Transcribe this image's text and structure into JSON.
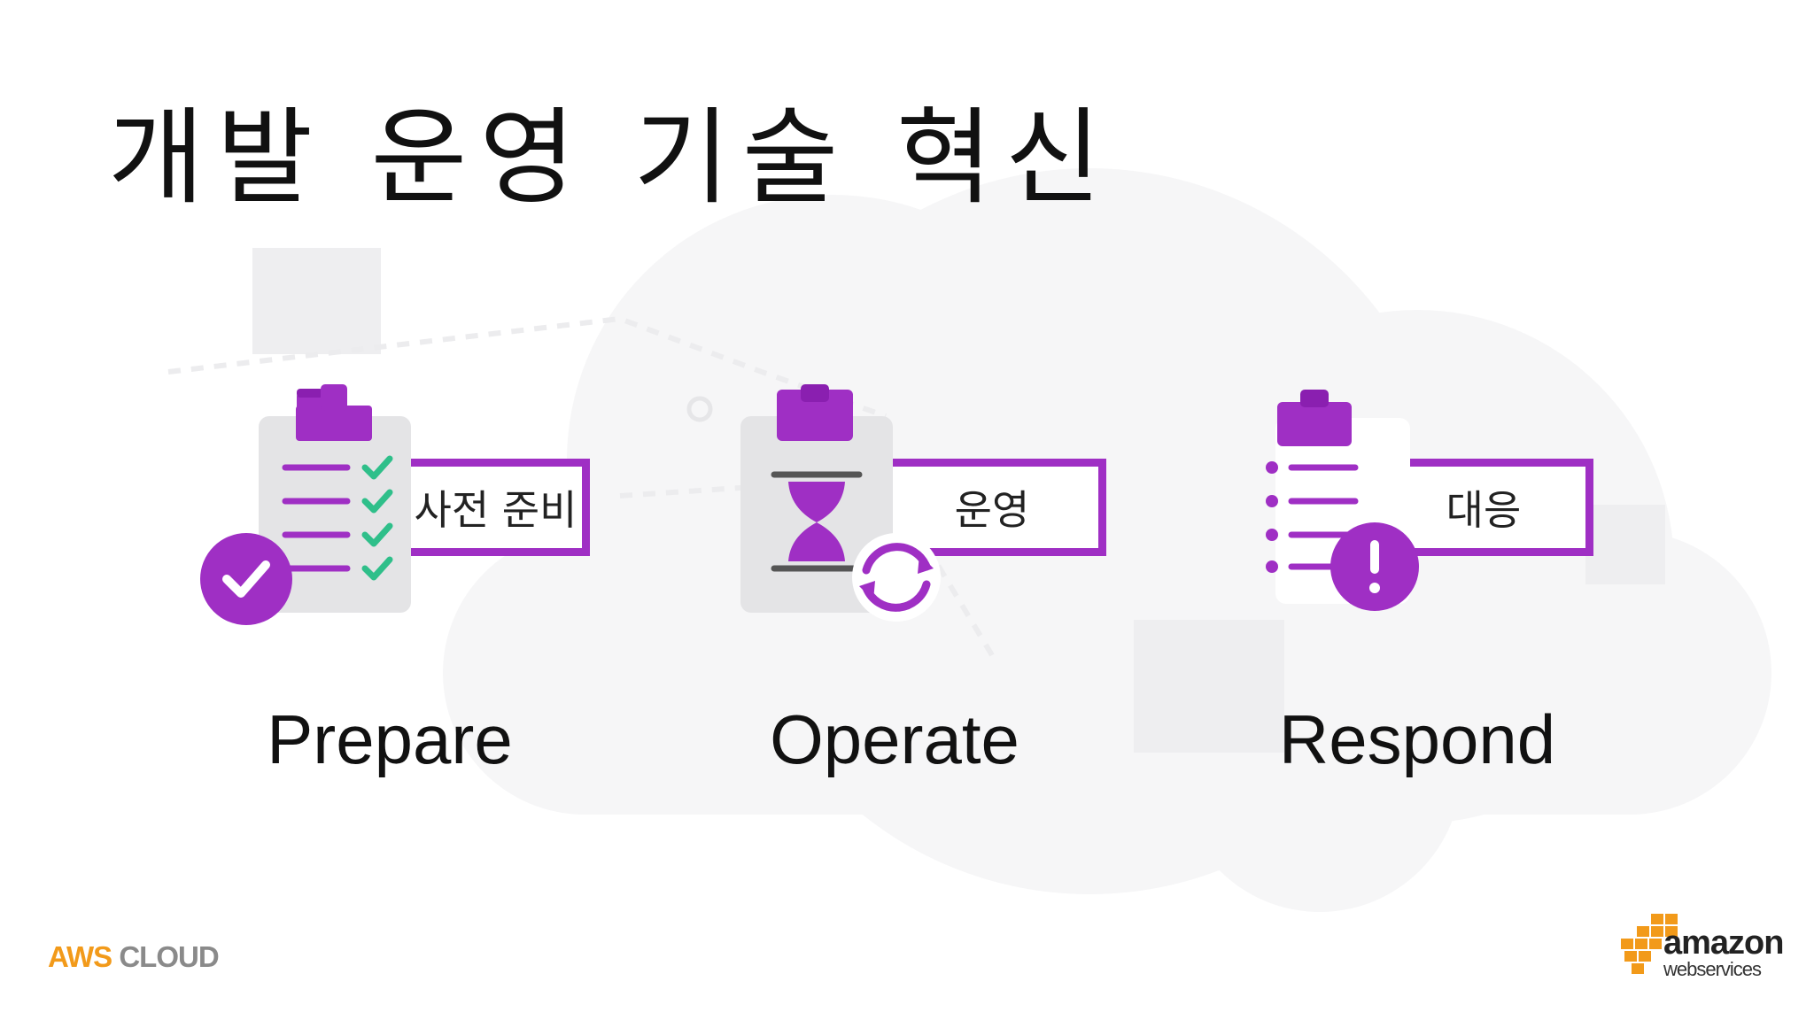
{
  "slide": {
    "title": "개발 운영 기술 혁신"
  },
  "stages": [
    {
      "label": "Prepare",
      "box_text": "사전 준비",
      "icon": "clipboard-checklist-icon"
    },
    {
      "label": "Operate",
      "box_text": "운영",
      "icon": "hourglass-refresh-icon"
    },
    {
      "label": "Respond",
      "box_text": "대응",
      "icon": "alert-list-icon"
    }
  ],
  "footer": {
    "brand_left_aws": "AWS",
    "brand_left_cloud": "CLOUD",
    "logo_main": "amazon",
    "logo_sub": "webservices"
  },
  "colors": {
    "accent_purple": "#9f2fc4",
    "check_green": "#2fbf8a",
    "aws_orange": "#f29a1a"
  }
}
